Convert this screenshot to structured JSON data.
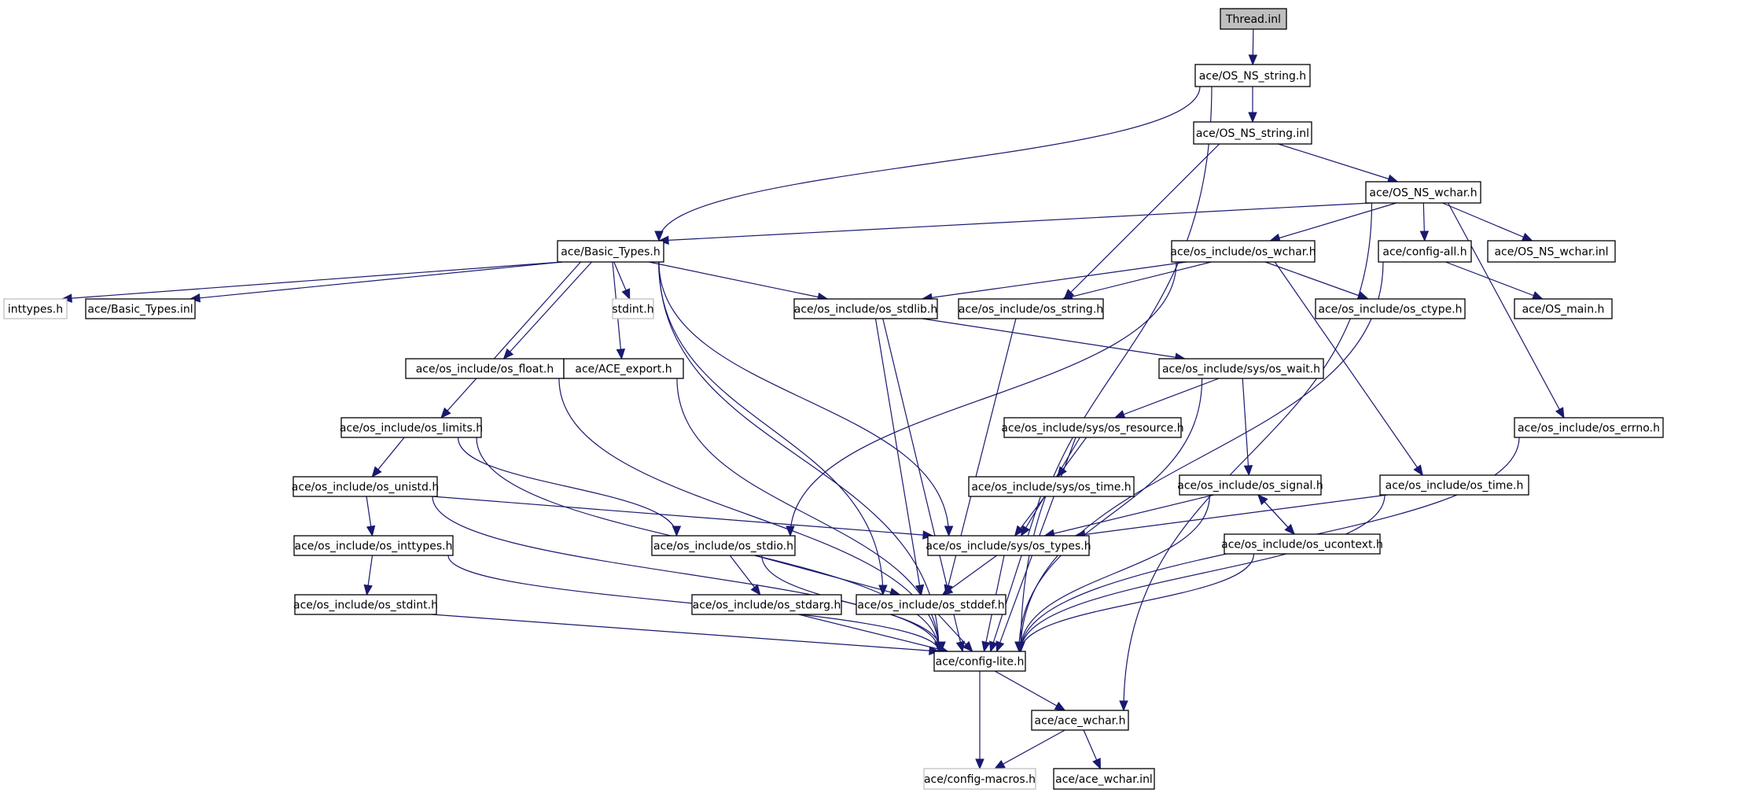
{
  "title": "Thread.inl include dependency graph",
  "colors": {
    "edge": "#191970",
    "root_fill": "#bfbfbf",
    "external_border": "#bfbfbf"
  },
  "nodes": [
    {
      "id": "thread_inl",
      "label": "Thread.inl",
      "kind": "root"
    },
    {
      "id": "os_ns_string_h",
      "label": "ace/OS_NS_string.h",
      "kind": "normal"
    },
    {
      "id": "os_ns_string_inl",
      "label": "ace/OS_NS_string.inl",
      "kind": "normal"
    },
    {
      "id": "os_ns_wchar_h",
      "label": "ace/OS_NS_wchar.h",
      "kind": "normal"
    },
    {
      "id": "basic_types_h",
      "label": "ace/Basic_Types.h",
      "kind": "normal"
    },
    {
      "id": "os_wchar_h",
      "label": "ace/os_include/os_wchar.h",
      "kind": "normal"
    },
    {
      "id": "config_all_h",
      "label": "ace/config-all.h",
      "kind": "normal"
    },
    {
      "id": "os_ns_wchar_inl",
      "label": "ace/OS_NS_wchar.inl",
      "kind": "normal"
    },
    {
      "id": "inttypes_h",
      "label": "inttypes.h",
      "kind": "external"
    },
    {
      "id": "basic_types_inl",
      "label": "ace/Basic_Types.inl",
      "kind": "normal"
    },
    {
      "id": "stdint_h",
      "label": "stdint.h",
      "kind": "external"
    },
    {
      "id": "os_stdlib_h",
      "label": "ace/os_include/os_stdlib.h",
      "kind": "normal"
    },
    {
      "id": "os_string_h",
      "label": "ace/os_include/os_string.h",
      "kind": "normal"
    },
    {
      "id": "os_ctype_h",
      "label": "ace/os_include/os_ctype.h",
      "kind": "normal"
    },
    {
      "id": "os_main_h",
      "label": "ace/OS_main.h",
      "kind": "normal"
    },
    {
      "id": "os_float_h",
      "label": "ace/os_include/os_float.h",
      "kind": "normal"
    },
    {
      "id": "ace_export_h",
      "label": "ace/ACE_export.h",
      "kind": "normal"
    },
    {
      "id": "sys_os_wait_h",
      "label": "ace/os_include/sys/os_wait.h",
      "kind": "normal"
    },
    {
      "id": "os_limits_h",
      "label": "ace/os_include/os_limits.h",
      "kind": "normal"
    },
    {
      "id": "sys_os_resource_h",
      "label": "ace/os_include/sys/os_resource.h",
      "kind": "normal"
    },
    {
      "id": "os_errno_h",
      "label": "ace/os_include/os_errno.h",
      "kind": "normal"
    },
    {
      "id": "os_unistd_h",
      "label": "ace/os_include/os_unistd.h",
      "kind": "normal"
    },
    {
      "id": "sys_os_time_h",
      "label": "ace/os_include/sys/os_time.h",
      "kind": "normal"
    },
    {
      "id": "os_signal_h",
      "label": "ace/os_include/os_signal.h",
      "kind": "normal"
    },
    {
      "id": "os_time_h",
      "label": "ace/os_include/os_time.h",
      "kind": "normal"
    },
    {
      "id": "os_inttypes_h",
      "label": "ace/os_include/os_inttypes.h",
      "kind": "normal"
    },
    {
      "id": "os_stdio_h",
      "label": "ace/os_include/os_stdio.h",
      "kind": "normal"
    },
    {
      "id": "sys_os_types_h",
      "label": "ace/os_include/sys/os_types.h",
      "kind": "normal"
    },
    {
      "id": "os_ucontext_h",
      "label": "ace/os_include/os_ucontext.h",
      "kind": "normal"
    },
    {
      "id": "os_stdint_h",
      "label": "ace/os_include/os_stdint.h",
      "kind": "normal"
    },
    {
      "id": "os_stdarg_h",
      "label": "ace/os_include/os_stdarg.h",
      "kind": "normal"
    },
    {
      "id": "os_stddef_h",
      "label": "ace/os_include/os_stddef.h",
      "kind": "normal"
    },
    {
      "id": "config_lite_h",
      "label": "ace/config-lite.h",
      "kind": "normal"
    },
    {
      "id": "ace_wchar_h",
      "label": "ace/ace_wchar.h",
      "kind": "normal"
    },
    {
      "id": "config_macros_h",
      "label": "ace/config-macros.h",
      "kind": "external"
    },
    {
      "id": "ace_wchar_inl",
      "label": "ace/ace_wchar.inl",
      "kind": "normal"
    }
  ],
  "edges": [
    [
      "thread_inl",
      "os_ns_string_h"
    ],
    [
      "os_ns_string_h",
      "os_ns_string_inl"
    ],
    [
      "os_ns_string_h",
      "basic_types_h"
    ],
    [
      "os_ns_string_h",
      "config_lite_h"
    ],
    [
      "os_ns_string_inl",
      "os_ns_wchar_h"
    ],
    [
      "os_ns_string_inl",
      "os_string_h"
    ],
    [
      "os_ns_wchar_h",
      "basic_types_h"
    ],
    [
      "os_ns_wchar_h",
      "os_wchar_h"
    ],
    [
      "os_ns_wchar_h",
      "config_all_h"
    ],
    [
      "os_ns_wchar_h",
      "os_ns_wchar_inl"
    ],
    [
      "os_ns_wchar_h",
      "os_errno_h"
    ],
    [
      "os_ns_wchar_h",
      "ace_wchar_h"
    ],
    [
      "basic_types_h",
      "inttypes_h"
    ],
    [
      "basic_types_h",
      "basic_types_inl"
    ],
    [
      "basic_types_h",
      "stdint_h"
    ],
    [
      "basic_types_h",
      "os_stdlib_h"
    ],
    [
      "basic_types_h",
      "os_float_h"
    ],
    [
      "basic_types_h",
      "ace_export_h"
    ],
    [
      "basic_types_h",
      "os_limits_h"
    ],
    [
      "basic_types_h",
      "sys_os_types_h"
    ],
    [
      "basic_types_h",
      "os_stddef_h"
    ],
    [
      "basic_types_h",
      "config_lite_h"
    ],
    [
      "os_wchar_h",
      "os_stdlib_h"
    ],
    [
      "os_wchar_h",
      "os_string_h"
    ],
    [
      "os_wchar_h",
      "os_ctype_h"
    ],
    [
      "os_wchar_h",
      "os_stdio_h"
    ],
    [
      "os_wchar_h",
      "os_time_h"
    ],
    [
      "config_all_h",
      "os_main_h"
    ],
    [
      "config_all_h",
      "config_lite_h"
    ],
    [
      "os_stdlib_h",
      "sys_os_wait_h"
    ],
    [
      "os_stdlib_h",
      "os_stddef_h"
    ],
    [
      "os_stdlib_h",
      "config_lite_h"
    ],
    [
      "os_string_h",
      "os_stddef_h"
    ],
    [
      "os_float_h",
      "config_lite_h"
    ],
    [
      "ace_export_h",
      "config_lite_h"
    ],
    [
      "sys_os_wait_h",
      "sys_os_resource_h"
    ],
    [
      "sys_os_wait_h",
      "os_signal_h"
    ],
    [
      "sys_os_wait_h",
      "config_lite_h"
    ],
    [
      "os_limits_h",
      "os_unistd_h"
    ],
    [
      "os_limits_h",
      "os_stdio_h"
    ],
    [
      "os_limits_h",
      "config_lite_h"
    ],
    [
      "sys_os_resource_h",
      "sys_os_time_h"
    ],
    [
      "sys_os_resource_h",
      "sys_os_types_h"
    ],
    [
      "sys_os_resource_h",
      "config_lite_h"
    ],
    [
      "os_errno_h",
      "config_lite_h"
    ],
    [
      "os_unistd_h",
      "os_inttypes_h"
    ],
    [
      "os_unistd_h",
      "sys_os_types_h"
    ],
    [
      "os_unistd_h",
      "config_lite_h"
    ],
    [
      "sys_os_time_h",
      "sys_os_types_h"
    ],
    [
      "sys_os_time_h",
      "config_lite_h"
    ],
    [
      "os_signal_h",
      "os_ucontext_h"
    ],
    [
      "os_signal_h",
      "sys_os_types_h"
    ],
    [
      "os_signal_h",
      "config_lite_h"
    ],
    [
      "os_ucontext_h",
      "os_signal_h"
    ],
    [
      "os_ucontext_h",
      "config_lite_h"
    ],
    [
      "os_time_h",
      "sys_os_types_h"
    ],
    [
      "os_time_h",
      "config_lite_h"
    ],
    [
      "os_inttypes_h",
      "os_stdint_h"
    ],
    [
      "os_inttypes_h",
      "config_lite_h"
    ],
    [
      "os_stdio_h",
      "os_stdarg_h"
    ],
    [
      "os_stdio_h",
      "os_stddef_h"
    ],
    [
      "os_stdio_h",
      "config_lite_h"
    ],
    [
      "sys_os_types_h",
      "os_stddef_h"
    ],
    [
      "sys_os_types_h",
      "config_lite_h"
    ],
    [
      "os_stdint_h",
      "config_lite_h"
    ],
    [
      "os_stdarg_h",
      "config_lite_h"
    ],
    [
      "os_stddef_h",
      "config_lite_h"
    ],
    [
      "config_lite_h",
      "ace_wchar_h"
    ],
    [
      "config_lite_h",
      "config_macros_h"
    ],
    [
      "ace_wchar_h",
      "config_macros_h"
    ],
    [
      "ace_wchar_h",
      "ace_wchar_inl"
    ]
  ]
}
